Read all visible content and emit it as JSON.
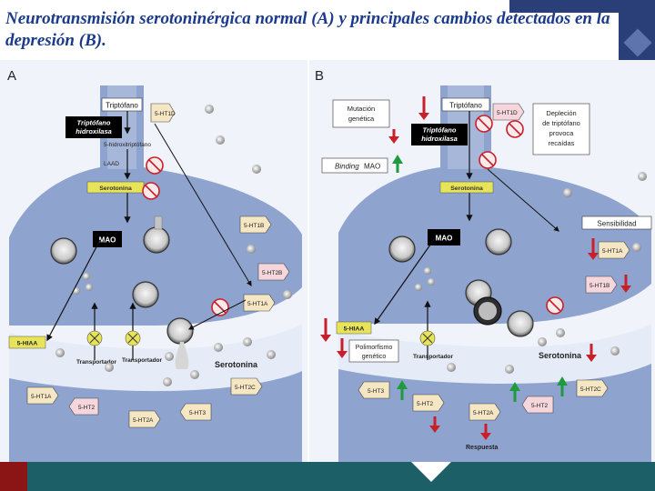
{
  "title": {
    "line1": "Neurotransmisión serotoninérgica normal (A) y principales cambios detectados en la",
    "line2": "depresión (B)."
  },
  "colors": {
    "title_text": "#1a3a8c",
    "header_band": "#2a3f78",
    "neuron_fill": "#8fa3cf",
    "synapse_fill": "#e6ecf7",
    "serotonina_box": "#e8e45a",
    "receptor_box": "#f6e7c4",
    "arrow_up": "#1f9a3f",
    "arrow_down": "#c8202b",
    "footer": "#1d5f66",
    "footer_accent": "#8b1414"
  },
  "panel_a": {
    "letter": "A",
    "triptofano": "Triptófano",
    "enzyme_line1": "Triptófano",
    "enzyme_line2": "hidroxilasa",
    "hidroxi": "5-hidroxitriptófano",
    "laad": "LAAD",
    "serotonina_box": "Serotonina",
    "mao": "MAO",
    "hiaa": "5-HIAA",
    "transportador1": "Transportador",
    "transportador2": "Transportador",
    "serotonina_label": "Serotonina",
    "receptors": {
      "r1": "5-HT1D",
      "r2": "5-HT1B",
      "r3": "5-HT2B",
      "r4": "5-HT1A",
      "r5": "5-HT1A",
      "r6": "5-HT2",
      "r7": "5-HT2A",
      "r8": "5-HT3",
      "r9": "5-HT2C"
    }
  },
  "panel_b": {
    "letter": "B",
    "mutacion_line1": "Mutación",
    "mutacion_line2": "genética",
    "triptofano": "Triptófano",
    "enzyme_line1": "Triptófano",
    "enzyme_line2": "hidroxilasa",
    "deplecion_line1": "Depleción",
    "deplecion_line2": "de triptófano",
    "deplecion_line3": "provoca",
    "deplecion_line4": "recaídas",
    "binding_italic": "Binding",
    "binding_rest": "MAO",
    "serotonina_box": "Serotonina",
    "sensibilidad": "Sensibilidad",
    "mao": "MAO",
    "hiaa": "5-HIAA",
    "polimorfismo_line1": "Polimorfismo",
    "polimorfismo_line2": "genético",
    "transportador": "Transportador",
    "serotonina_label": "Serotonina",
    "respuesta": "Respuesta",
    "receptors": {
      "r1": "5-HT1D",
      "r2": "5-HT1A",
      "r3": "5-HT1B",
      "r4": "5-HT3",
      "r5": "5-HT2",
      "r6": "5-HT2A",
      "r7": "5-HT2",
      "r8": "5-HT2C"
    }
  }
}
